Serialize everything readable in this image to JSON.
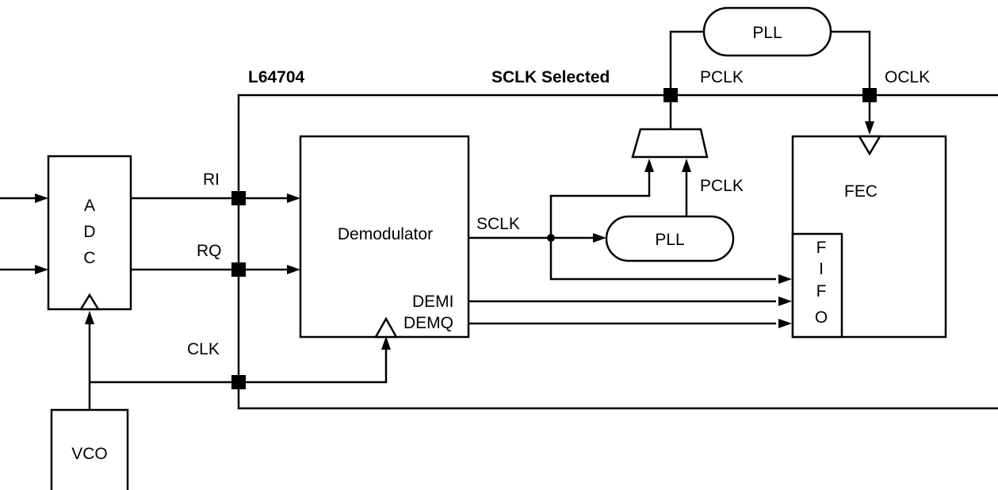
{
  "title": {
    "chip": "L64704",
    "mode": "SCLK Selected"
  },
  "blocks": {
    "adc": [
      "A",
      "D",
      "C"
    ],
    "vco": "VCO",
    "demodulator": "Demodulator",
    "pll_top": "PLL",
    "pll_mid": "PLL",
    "fec": "FEC",
    "fifo": [
      "F",
      "I",
      "F",
      "O"
    ]
  },
  "signals": {
    "ri": "RI",
    "rq": "RQ",
    "clk": "CLK",
    "sclk": "SCLK",
    "pclk_top": "PCLK",
    "pclk_mid": "PCLK",
    "oclk": "OCLK",
    "demi": "DEMI",
    "demq": "DEMQ"
  }
}
